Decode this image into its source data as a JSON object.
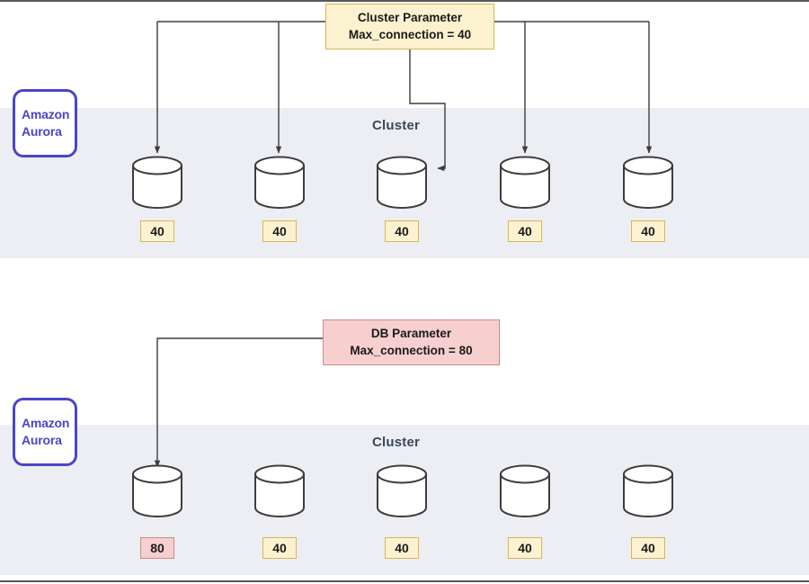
{
  "diagram": {
    "title_boxes": {
      "cluster_parameter": {
        "line1": "Cluster Parameter",
        "line2": "Max_connection = 40",
        "fill": "#fdf2d0",
        "stroke": "#d6b656"
      },
      "db_parameter": {
        "line1": "DB  Parameter",
        "line2": "Max_connection = 80",
        "fill": "#f6cfce",
        "stroke": "#c98d8b"
      }
    },
    "service_badges": [
      {
        "line1": "Amazon",
        "line2": "Aurora",
        "color": "#4b45c6"
      },
      {
        "line1": "Amazon",
        "line2": "Aurora",
        "color": "#4b45c6"
      }
    ],
    "rows": [
      {
        "cluster_label": "Cluster",
        "band_color": "#eceef4",
        "instances": [
          {
            "value": "40",
            "chip_style": "tan"
          },
          {
            "value": "40",
            "chip_style": "tan"
          },
          {
            "value": "40",
            "chip_style": "tan"
          },
          {
            "value": "40",
            "chip_style": "tan"
          },
          {
            "value": "40",
            "chip_style": "tan"
          }
        ]
      },
      {
        "cluster_label": "Cluster",
        "band_color": "#eceef4",
        "instances": [
          {
            "value": "80",
            "chip_style": "pink"
          },
          {
            "value": "40",
            "chip_style": "tan"
          },
          {
            "value": "40",
            "chip_style": "tan"
          },
          {
            "value": "40",
            "chip_style": "tan"
          },
          {
            "value": "40",
            "chip_style": "tan"
          }
        ]
      }
    ]
  }
}
